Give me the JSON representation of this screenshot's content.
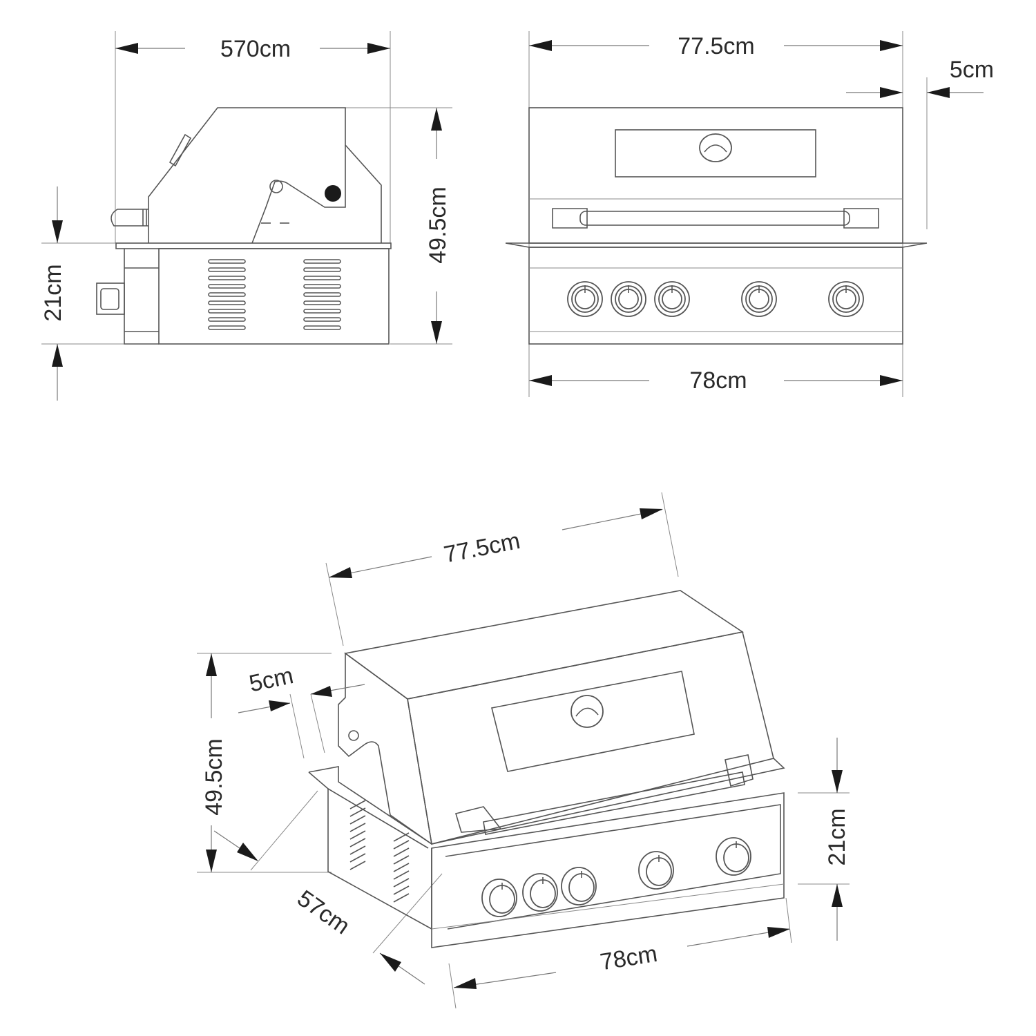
{
  "side_view": {
    "depth_label": "570cm",
    "height_label": "49.5cm",
    "base_height_label": "21cm"
  },
  "front_view": {
    "lid_width_label": "77.5cm",
    "flange_label": "5cm",
    "base_width_label": "78cm",
    "knob_count": 5
  },
  "perspective_view": {
    "lid_width_label": "77.5cm",
    "flange_label": "5cm",
    "height_label": "49.5cm",
    "depth_label": "57cm",
    "base_width_label": "78cm",
    "base_height_label": "21cm",
    "knob_count": 5
  },
  "colors": {
    "line": "#555555",
    "arrow": "#1a1a1a",
    "text": "#2a2a2a",
    "background": "#ffffff"
  }
}
